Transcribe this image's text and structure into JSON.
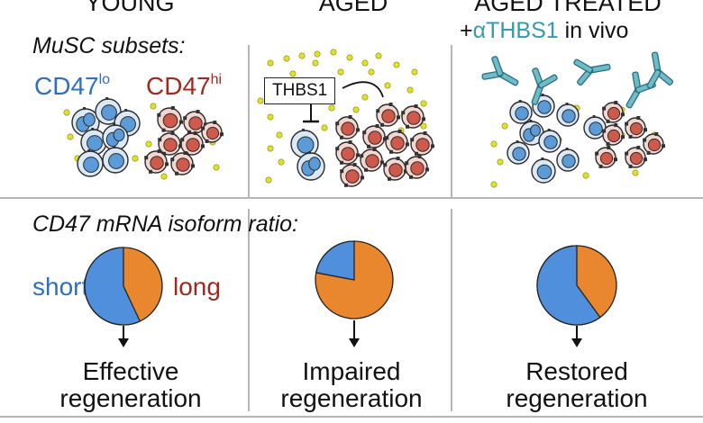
{
  "columns": [
    {
      "head": "YOUNG",
      "outcome_line1": "Effective",
      "outcome_line2": "regeneration",
      "pie_short_fraction": 0.57
    },
    {
      "head": "AGED",
      "outcome_line1": "Impaired",
      "outcome_line2": "regeneration",
      "pie_short_fraction": 0.22
    },
    {
      "head": "AGED TREATED",
      "outcome_line1": "Restored",
      "outcome_line2": "regeneration",
      "pie_short_fraction": 0.6
    }
  ],
  "treatment": {
    "prefix": "+",
    "antibody": "αTHBS1",
    "suffix": " in vivo"
  },
  "subsets_title": "MuSC subsets:",
  "cd47_lo": {
    "base": "CD47",
    "sup": "lo"
  },
  "cd47_hi": {
    "base": "CD47",
    "sup": "hi"
  },
  "thbs1_label": "THBS1",
  "isoform_title": "CD47 mRNA isoform ratio:",
  "short_label": "short",
  "long_label": "long",
  "colors": {
    "blue_cell": "#5b9bd8",
    "red_cell": "#cf5a4c",
    "short_slice": "#4f8fdc",
    "long_slice": "#e8872e",
    "teal_antibody": "#6fbcc8",
    "yellow_dot": "#dfe02a",
    "divider": "#b5b5b5"
  }
}
